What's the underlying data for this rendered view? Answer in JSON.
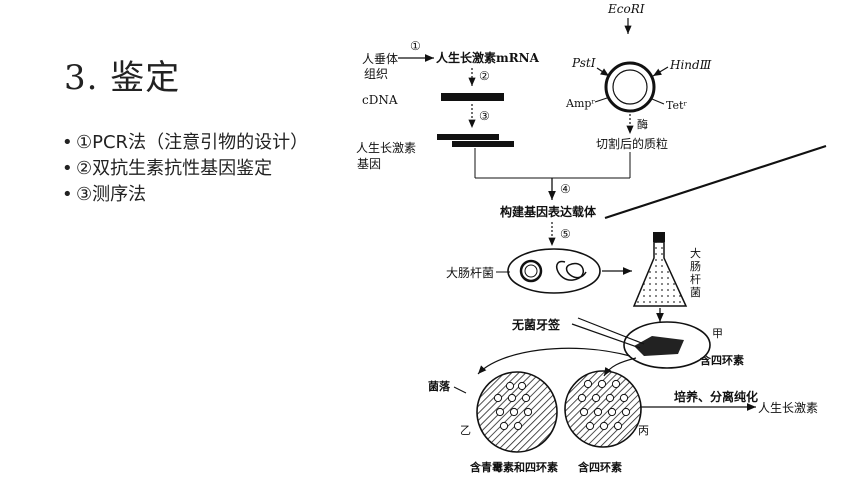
{
  "slide": {
    "title": "3. 鉴定",
    "bullets": [
      {
        "marker": "•",
        "text": "①PCR法（注意引物的设计）"
      },
      {
        "marker": "•",
        "text": "②双抗生素抗性基因鉴定"
      },
      {
        "marker": "•",
        "text": "③测序法"
      }
    ]
  },
  "diagram": {
    "labels": {
      "silkworm_tissue_l1": "人垂体",
      "silkworm_tissue_l2": "组织",
      "step1": "①",
      "mrna": "人生长激素mRNA",
      "step2": "②",
      "cdna": "cDNA",
      "step3": "③",
      "gene_l1": "人生长激素",
      "gene_l2": "基因",
      "ecori": "EcoRⅠ",
      "psti": "PstⅠ",
      "hindiii": "HindⅢ",
      "ampr": "Ampʳ",
      "tetr": "Tetʳ",
      "enzyme": "酶",
      "cut_plasmid": "切割后的质粒",
      "step4": "④",
      "construct": "构建基因表达载体",
      "step5": "⑤",
      "ecoli": "大肠杆菌",
      "flask_l1": "大",
      "flask_l2": "肠",
      "flask_l3": "杆",
      "flask_l4": "菌",
      "toothpick": "无菌牙签",
      "jia": "甲",
      "tetracycline": "含四环素",
      "colony": "菌落",
      "culture": "培养、分离纯化",
      "hormone": "人生长激素",
      "yi": "乙",
      "bing": "丙",
      "plate_yi": "含青霉素和四环素",
      "plate_bing": "含四环素"
    }
  }
}
